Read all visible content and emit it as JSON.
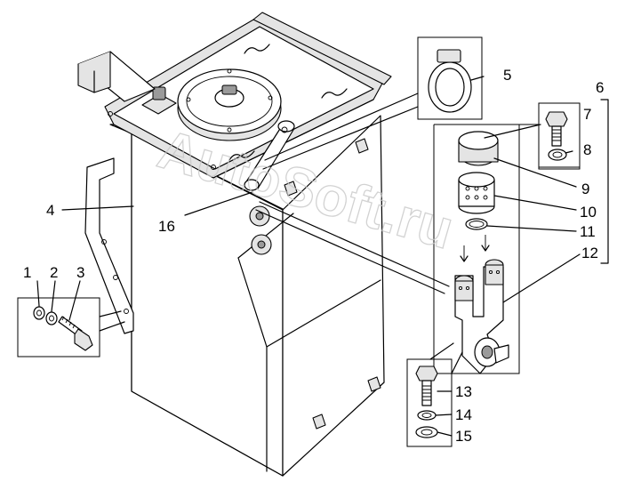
{
  "watermark": "AutoSoft.ru",
  "labels": {
    "l1": "1",
    "l2": "2",
    "l3": "3",
    "l4": "4",
    "l5": "5",
    "l6": "6",
    "l7": "7",
    "l8": "8",
    "l9": "9",
    "l10": "10",
    "l11": "11",
    "l12": "12",
    "l13": "13",
    "l14": "14",
    "l15": "15",
    "l16": "16"
  }
}
